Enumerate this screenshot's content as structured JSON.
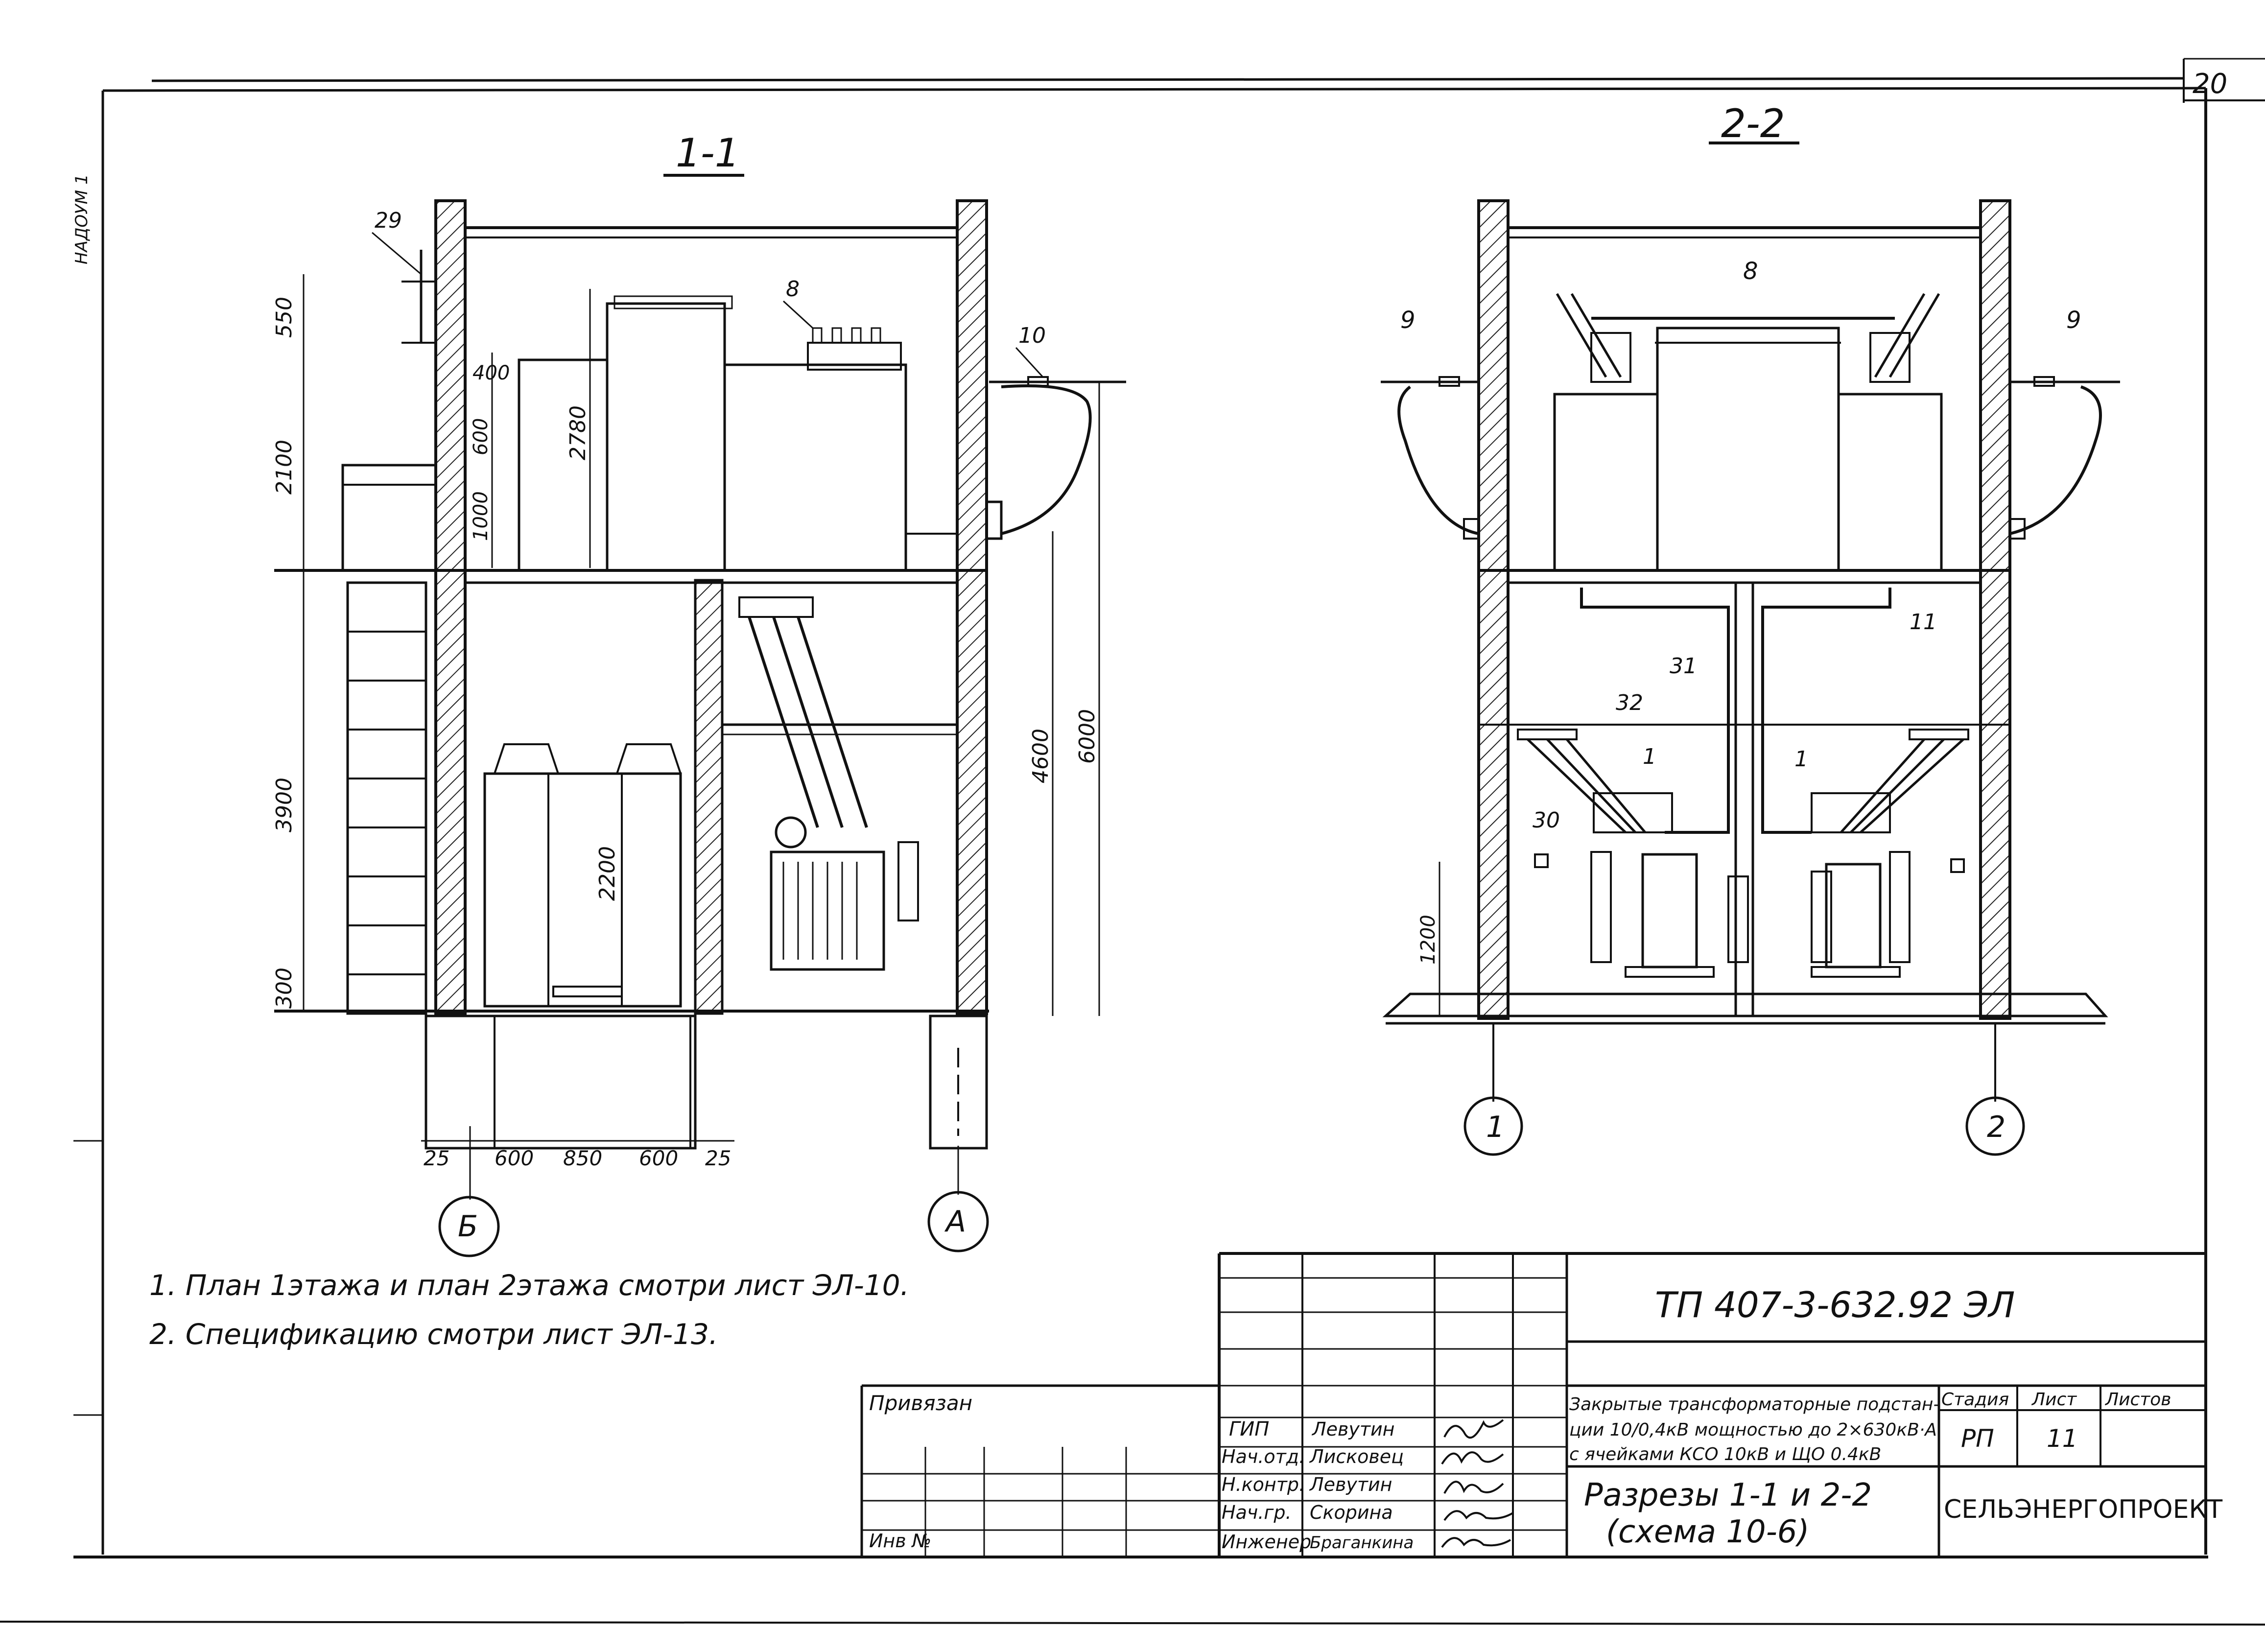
{
  "sheet_number": "20",
  "side_note": "НАДОУМ 1",
  "sections": {
    "s11": {
      "title": "1-1",
      "dims": [
        "550",
        "2100",
        "3900",
        "300",
        "400",
        "600",
        "1000",
        "2780",
        "2200",
        "4600",
        "6000"
      ],
      "callouts": [
        "29",
        "8",
        "10"
      ],
      "bottom_dims": [
        "25",
        "600",
        "850",
        "600",
        "25"
      ],
      "axes": [
        "Б",
        "А"
      ]
    },
    "s22": {
      "title": "2-2",
      "dims": [
        "1200"
      ],
      "callouts": [
        "9",
        "8",
        "9",
        "11",
        "31",
        "32",
        "1",
        "1",
        "30"
      ],
      "axes": [
        "1",
        "2"
      ]
    }
  },
  "notes": [
    "1. План 1этажа и план 2этажа смотри лист ЭЛ-10.",
    "2. Спецификацию смотри лист ЭЛ-13."
  ],
  "title_block": {
    "doc_code": "ТП 407-3-632.92 ЭЛ",
    "privyazan": "Привязан",
    "inv_no": "Инв №",
    "roles": [
      "ГИП",
      "Нач.отд.",
      "Н.контр.",
      "Нач.гр.",
      "Инженер"
    ],
    "names": [
      "Левутин",
      "Лисковец",
      "Левутин",
      "Скорина",
      "Браганкина"
    ],
    "project_desc_lines": [
      "Закрытые трансформаторные подстан-",
      "ции 10/0,4кВ мощностью до 2×630кВ·А",
      "с ячейками КСО 10кВ и ЩО 0.4кВ"
    ],
    "sheet_title_lines": [
      "Разрезы 1-1 и 2-2",
      "(схема 10-6)"
    ],
    "col_headers": [
      "Стадия",
      "Лист",
      "Листов"
    ],
    "stage": "РП",
    "sheet": "11",
    "sheets": "",
    "org": "СЕЛЬЭНЕРГОПРОЕКТ"
  }
}
